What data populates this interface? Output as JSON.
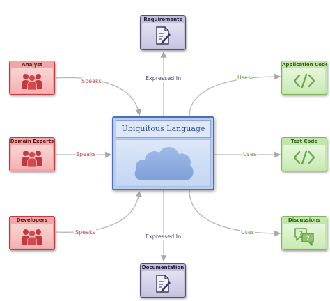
{
  "center": {
    "title": "Ubiquitous Language",
    "icon": "cloud-icon"
  },
  "left_nodes": [
    {
      "title": "Analyst",
      "icon": "people-icon"
    },
    {
      "title": "Domain Experts",
      "icon": "people-icon"
    },
    {
      "title": "Developers",
      "icon": "people-icon"
    }
  ],
  "right_nodes": [
    {
      "title": "Application Code",
      "icon": "code-icon"
    },
    {
      "title": "Test Code",
      "icon": "code-icon"
    },
    {
      "title": "Discussions",
      "icon": "chat-bubbles-icon"
    }
  ],
  "top_node": {
    "title": "Requirements",
    "icon": "document-pen-icon"
  },
  "bottom_node": {
    "title": "Documentation",
    "icon": "document-pen-icon"
  },
  "edge_labels": {
    "speaks": "Speaks",
    "uses": "Uses",
    "expressed_in": "Expressed In"
  },
  "colors": {
    "people_fill": "#f3a6a8",
    "people_border": "#c23a3e",
    "code_fill": "#c3e6ac",
    "code_border": "#7eb55f",
    "doc_fill": "#c2bfdc",
    "doc_border": "#555375",
    "center_border": "#4a6fb8",
    "center_fill": "#b9cdf0"
  }
}
